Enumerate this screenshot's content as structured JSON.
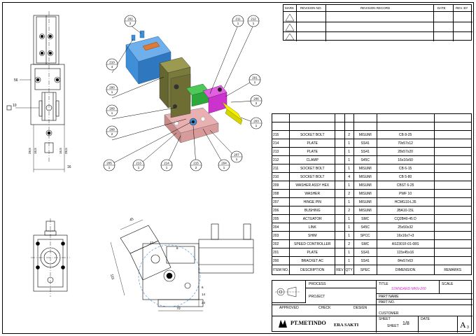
{
  "revision_block": {
    "headers": [
      "MARK",
      "REVISION NO.",
      "REVISION RECORD",
      "DATE",
      "REV. BY"
    ]
  },
  "bom": {
    "rows": [
      {
        "item": "215",
        "description": "SOCKET BOLT",
        "rev": "",
        "qty": "2",
        "spec": "MISUMI",
        "dimension": "CB 8-25",
        "remarks": ""
      },
      {
        "item": "214",
        "description": "PLATE",
        "rev": "",
        "qty": "1",
        "spec": "SS41",
        "dimension": "70x57x12",
        "remarks": ""
      },
      {
        "item": "213",
        "description": "PLATE",
        "rev": "",
        "qty": "1",
        "spec": "SS41",
        "dimension": "28x57x20",
        "remarks": ""
      },
      {
        "item": "212",
        "description": "CLAMP",
        "rev": "",
        "qty": "1",
        "spec": "S45C",
        "dimension": "16x16x50",
        "remarks": ""
      },
      {
        "item": "211",
        "description": "SOCKET BOLT",
        "rev": "",
        "qty": "1",
        "spec": "MISUMI",
        "dimension": "CB 6-15",
        "remarks": ""
      },
      {
        "item": "210",
        "description": "SOCKET BOLT",
        "rev": "",
        "qty": "4",
        "spec": "MISUMI",
        "dimension": "CB 5-80",
        "remarks": ""
      },
      {
        "item": "209",
        "description": "WASHER ASSY HEX",
        "rev": "",
        "qty": "1",
        "spec": "MISUMI",
        "dimension": "CBST 6-25",
        "remarks": ""
      },
      {
        "item": "208",
        "description": "WASHER",
        "rev": "",
        "qty": "2",
        "spec": "MISUMI",
        "dimension": "PWF 10",
        "remarks": ""
      },
      {
        "item": "207",
        "description": "HINGE PIN",
        "rev": "",
        "qty": "1",
        "spec": "MISUMI",
        "dimension": "HCMG10-L35",
        "remarks": ""
      },
      {
        "item": "206",
        "description": "BUSHING",
        "rev": "",
        "qty": "2",
        "spec": "MISUMI",
        "dimension": "JBA10-15L",
        "remarks": ""
      },
      {
        "item": "205",
        "description": "ACTUATOR",
        "rev": "",
        "qty": "1",
        "spec": "SMC",
        "dimension": "CQ2B40-45 D",
        "remarks": ""
      },
      {
        "item": "204",
        "description": "LINK",
        "rev": "",
        "qty": "1",
        "spec": "S45C",
        "dimension": "25x50x32",
        "remarks": ""
      },
      {
        "item": "203",
        "description": "SHIM",
        "rev": "",
        "qty": "1",
        "spec": "SPCC",
        "dimension": "16x16x7+3",
        "remarks": ""
      },
      {
        "item": "202",
        "description": "SPEED CONTROLLER",
        "rev": "",
        "qty": "2",
        "spec": "SMC",
        "dimension": "AS2301F-01-08S",
        "remarks": ""
      },
      {
        "item": "201",
        "description": "PLATE",
        "rev": "",
        "qty": "1",
        "spec": "SS41",
        "dimension": "115x45x16",
        "remarks": ""
      },
      {
        "item": "200",
        "description": "BRACKET AC",
        "rev": "",
        "qty": "1",
        "spec": "SS41",
        "dimension": "84x57x63",
        "remarks": ""
      }
    ],
    "headers": {
      "item": "ITEM NO.",
      "description": "DESCRIPTION",
      "rev": "REV",
      "qty": "QTY",
      "spec": "SPEC",
      "dimension": "DIMENSION",
      "remarks": "REMARKS"
    }
  },
  "title_block": {
    "process_label": "PROCESS",
    "project_label": "PROJECT",
    "title_label": "TITLE",
    "title_value": "STANDARD MKN-200",
    "scale_label": "SCALE",
    "part_name_label": "PART NAME",
    "part_no_label": "PART NO.",
    "approved_label": "APPROVED",
    "check_label": "CHECK",
    "design_label": "DESIGN",
    "customer_label": "CUSTOMER",
    "sheet_label": "SHEET",
    "sheet_value": "1/8",
    "date_label": "DATE",
    "company_name": "PT.METINDO",
    "company_sub": "ERA SAKTI",
    "paper_size": "A",
    "paper_size_sub": "3",
    "title_color": "#cc33cc"
  },
  "balloons": [
    {
      "num": "202",
      "sub": "2"
    },
    {
      "num": "211",
      "sub": "1"
    },
    {
      "num": "212",
      "sub": "1"
    },
    {
      "num": "210",
      "sub": "4"
    },
    {
      "num": "200",
      "sub": "1"
    },
    {
      "num": "209",
      "sub": "1"
    },
    {
      "num": "208",
      "sub": "2"
    },
    {
      "num": "205",
      "sub": "1"
    },
    {
      "num": "213",
      "sub": "1"
    },
    {
      "num": "214",
      "sub": "1"
    },
    {
      "num": "201",
      "sub": "1"
    },
    {
      "num": "206",
      "sub": "2"
    },
    {
      "num": "204",
      "sub": "1"
    },
    {
      "num": "203",
      "sub": "1"
    },
    {
      "num": "215",
      "sub": "2"
    },
    {
      "num": "207",
      "sub": "1"
    }
  ],
  "dimensions": {
    "front_56": "56",
    "front_10": "10",
    "front_28_5a": "28,5",
    "front_16_5a": "16,5",
    "front_16_5b": "16,5",
    "front_28_5b": "28,5",
    "front_16": "16",
    "side_45": "45",
    "side_115": "115",
    "side_70": "70",
    "side_8": "8",
    "side_12": "12",
    "side_6": "6",
    "side_14": "14",
    "side_24": "24"
  },
  "colors": {
    "actuator": "#3f8fd8",
    "bracket": "#7a7a3a",
    "link": "#2ea83a",
    "clamp": "#cc33cc",
    "shim": "#f4f000",
    "plate": "#e8b0b0",
    "nut": "#e07a30"
  }
}
